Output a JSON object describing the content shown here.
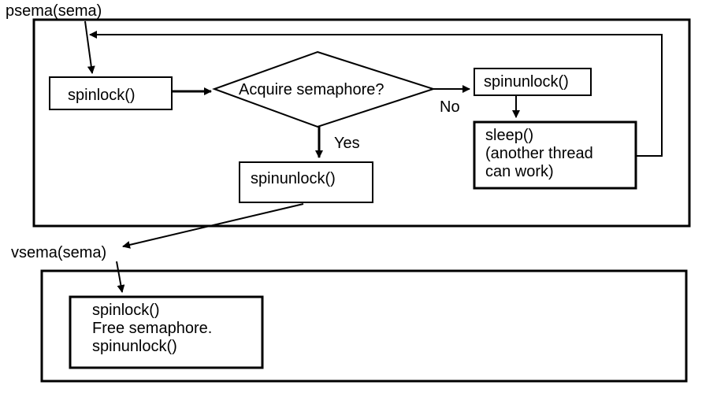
{
  "labels": {
    "psema": "psema(sema)",
    "vsema": "vsema(sema)"
  },
  "nodes": {
    "spinlock": "spinlock()",
    "decision": "Acquire semaphore?",
    "spinunlock_no": "spinunlock()",
    "sleep": [
      "sleep()",
      "(another thread",
      "can work)"
    ],
    "spinunlock_yes": "spinunlock()",
    "vsema_box": [
      "spinlock()",
      "Free semaphore.",
      "spinunlock()"
    ]
  },
  "edges": {
    "no": "No",
    "yes": "Yes"
  },
  "colors": {
    "stroke": "#000000",
    "background": "#ffffff"
  }
}
